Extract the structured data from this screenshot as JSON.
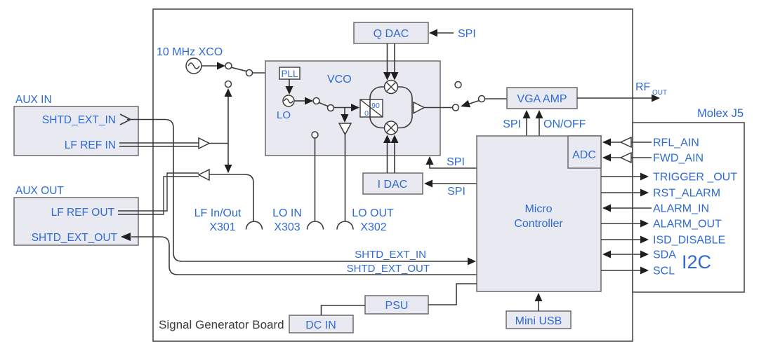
{
  "board": {
    "title": "Signal Generator Board"
  },
  "colors": {
    "accent_blue": "#2e6bd6",
    "line": "#3a3a3a",
    "box_fill": "#e9e9f1"
  },
  "oscillator": {
    "label": "10 MHz XCO"
  },
  "aux_in": {
    "title": "AUX IN",
    "pins": [
      "SHTD_EXT_IN",
      "LF REF IN"
    ]
  },
  "aux_out": {
    "title": "AUX OUT",
    "pins": [
      "LF REF OUT",
      "SHTD_EXT_OUT"
    ]
  },
  "vco": {
    "title": "VCO",
    "pll": "PLL",
    "lo": "LO",
    "phase_90": "90",
    "phase_0": "0"
  },
  "qdac": {
    "label": "Q DAC"
  },
  "idac": {
    "label": "I DAC"
  },
  "spi": "SPI",
  "vga": {
    "label": "VGA AMP",
    "spi": "SPI",
    "on_off": "ON/OFF"
  },
  "rf_out": {
    "label": "RF",
    "sub": "OUT"
  },
  "micro": {
    "line1": "Micro",
    "line2": "Controller",
    "adc": "ADC"
  },
  "molex": {
    "title": "Molex J5",
    "pins": [
      "RFL_AIN",
      "FWD_AIN",
      "TRIGGER _OUT",
      "RST_ALARM",
      "ALARM_IN",
      "ALARM_OUT",
      "ISD_DISABLE",
      "SDA",
      "SCL"
    ],
    "i2c": "I2C"
  },
  "connectors": {
    "lf_line1": "LF In/Out",
    "lf_line2": "X301",
    "lo_in_line1": "LO IN",
    "lo_in_line2": "X303",
    "lo_out_line1": "LO OUT",
    "lo_out_line2": "X302"
  },
  "shtd": {
    "in": "SHTD_EXT_IN",
    "out": "SHTD_EXT_OUT"
  },
  "power": {
    "psu": "PSU",
    "dc_in": "DC IN",
    "usb": "Mini USB"
  }
}
